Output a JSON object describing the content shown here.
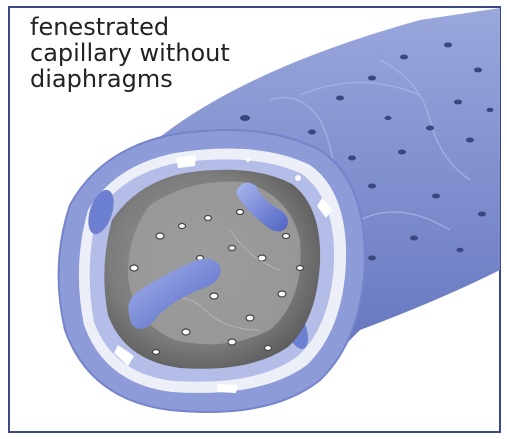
{
  "caption": {
    "line1": "fenestrated",
    "line2": "capillary without",
    "line3": "diaphragms"
  },
  "colors": {
    "frame": "#3b4a86",
    "vessel_outer": "#8c9bd6",
    "vessel_wall": "#b9c3ea",
    "lumen": "#8a8a8a",
    "lumen_dark": "#5f5f5f",
    "nucleus": "#6c7fd0"
  }
}
